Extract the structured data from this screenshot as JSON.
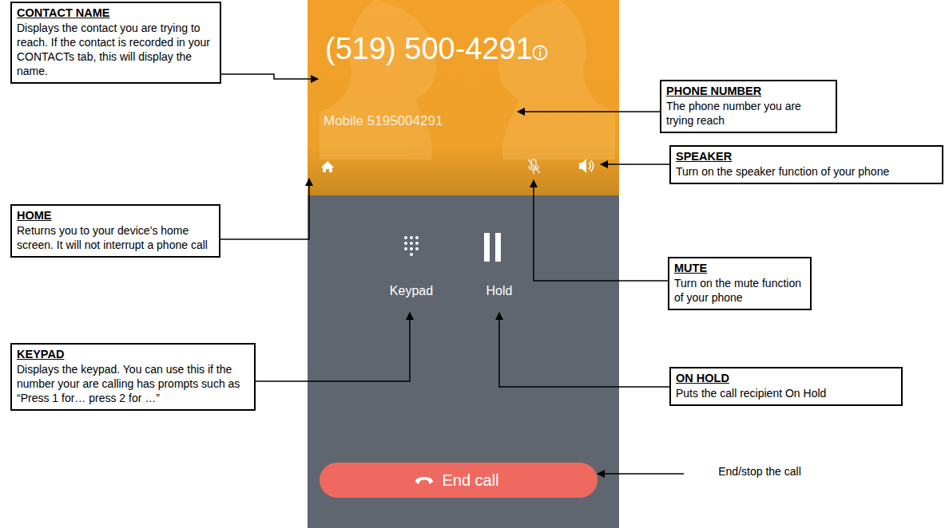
{
  "diagram": {
    "nodes": [
      {
        "text": [
          "(519) 500-4291",
          "Mobile 5195004291",
          "Keypad",
          "Hold"
        ]
      },
      {
        "text": [
          "End call"
        ],
        "in": 0
      },
      {
        "text": [
          "CONTACT NAME",
          "Displays the contact you are trying to reach. If the contact is recorded in your CONTACTs tab, this will display the name."
        ]
      },
      {
        "text": [
          "PHONE NUMBER",
          "The phone number you are trying reach"
        ]
      },
      {
        "text": [
          "SPEAKER",
          "Turn on the speaker function of your phone"
        ]
      },
      {
        "text": [
          "HOME",
          "Returns you to your device’s home screen. It will not interrupt a phone call"
        ]
      },
      {
        "text": [
          "MUTE",
          "Turn on the mute function of your phone"
        ]
      },
      {
        "text": [
          "KEYPAD",
          "Displays the keypad. You can use this if the number your are calling has prompts such as “Press 1 for… press 2 for …”"
        ]
      },
      {
        "text": [
          "ON HOLD",
          "Puts the call recipient On Hold"
        ]
      },
      {
        "text": [
          "End/stop the call"
        ]
      }
    ],
    "edges": [
      {
        "from": 9,
        "to": 1,
        "arrow": "to"
      }
    ]
  }
}
